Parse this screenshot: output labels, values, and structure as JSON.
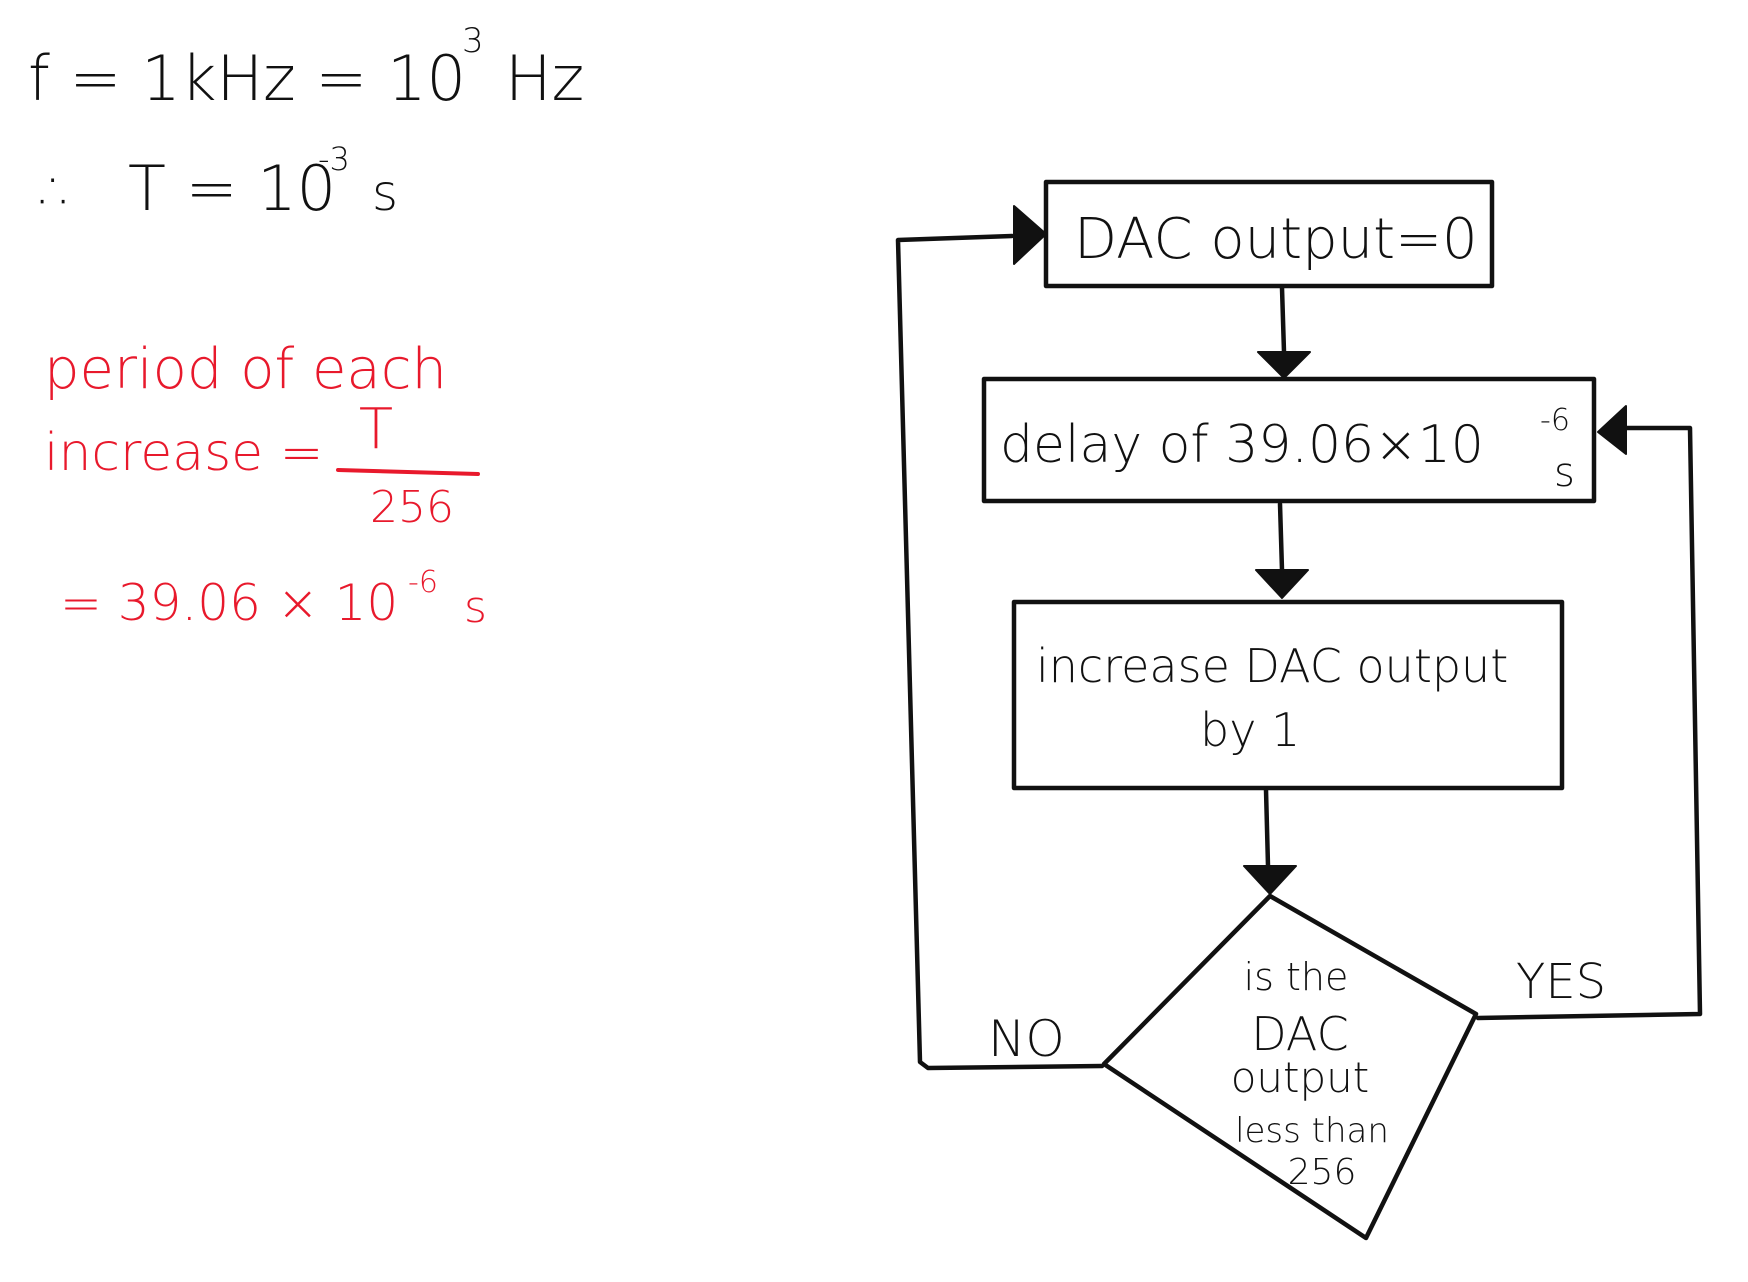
{
  "notes": {
    "freq_line": "f = 1kHz = 10",
    "freq_exp": "3",
    "freq_unit": "Hz",
    "therefore_symbol": "∴",
    "period_line": "T = 10",
    "period_exp": "-3",
    "period_unit": "s",
    "red_line1": "period of each",
    "red_line2": "increase =",
    "fraction_numerator": "T",
    "fraction_denominator": "256",
    "result_line": "= 39.06 × 10",
    "result_exp": "-6",
    "result_unit": "s"
  },
  "flowchart": {
    "box1_label": "DAC output=0",
    "box2_label": "delay of 39.06×10",
    "box2_exp": "-6",
    "box2_unit": "s",
    "box3_line1": "increase DAC output",
    "box3_line2": "by 1",
    "decision_line1": "is the",
    "decision_line2": "DAC",
    "decision_line3": "output",
    "decision_line4": "less than",
    "decision_line5": "256",
    "no_label": "NO",
    "yes_label": "YES"
  },
  "colors": {
    "ink": "#111111",
    "red_ink": "#e8192c",
    "background": "#ffffff"
  }
}
